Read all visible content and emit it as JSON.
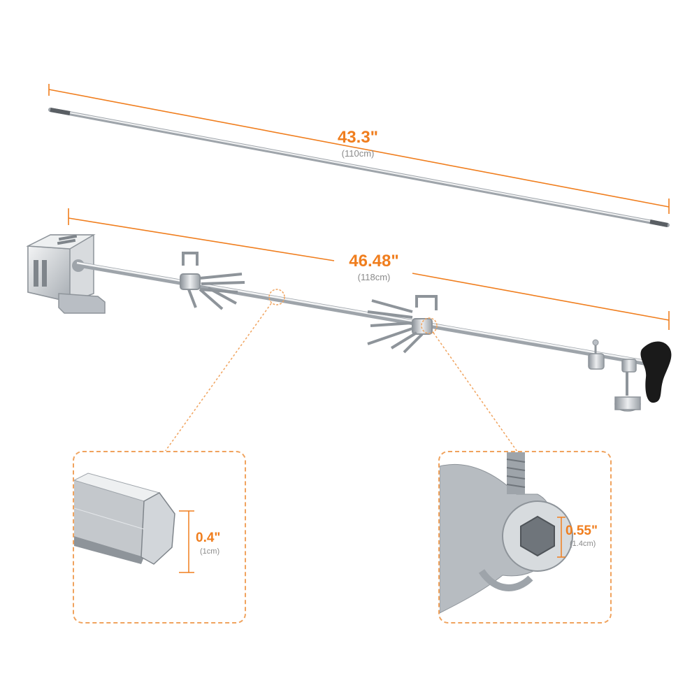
{
  "rod_dimension": {
    "imperial": "43.3\"",
    "metric": "(110cm)"
  },
  "spit_dimension": {
    "imperial": "46.48\"",
    "metric": "(118cm)"
  },
  "left_callout": {
    "imperial": "0.4\"",
    "metric": "(1cm)"
  },
  "right_callout": {
    "imperial": "0.55\"",
    "metric": "(1.4cm)"
  },
  "colors": {
    "accent": "#f07e1e",
    "dashed": "#f0a35e",
    "metal": "#c9cdd2",
    "handle": "#1a1a1a"
  }
}
